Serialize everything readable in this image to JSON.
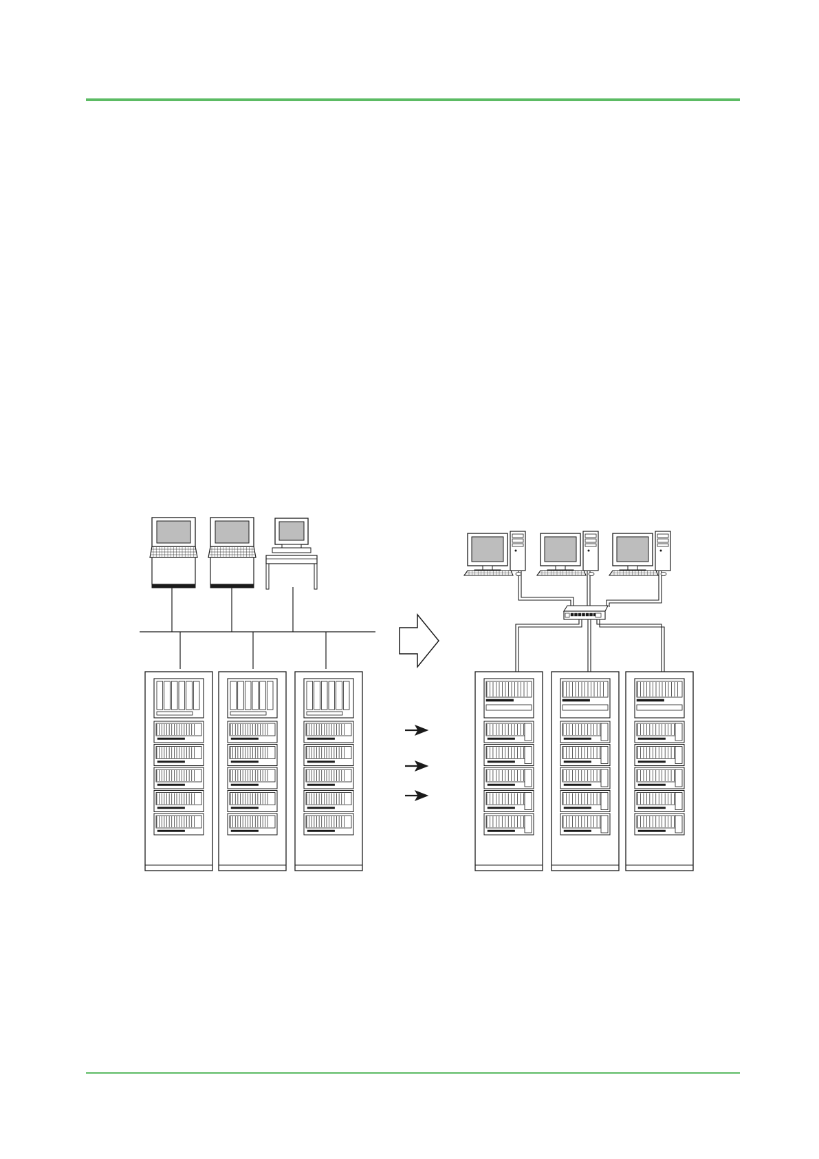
{
  "page": {
    "accent_color": "#5cbb64",
    "line_color": "#1a1a1a",
    "screen_color": "#bdbdbd"
  },
  "figure": {
    "left_system": {
      "operator_stations": [
        "laptop-console-icon",
        "laptop-console-icon",
        "monitor-desk-console-icon"
      ],
      "control_cabinets": 3
    },
    "transition_arrow": "hollow-arrow-right-icon",
    "pointer_arrows": 3,
    "right_system": {
      "workstations": [
        "desktop-pc-icon",
        "desktop-pc-icon",
        "desktop-pc-icon"
      ],
      "network_switch": "switch-hub-icon",
      "control_cabinets": 3
    }
  }
}
